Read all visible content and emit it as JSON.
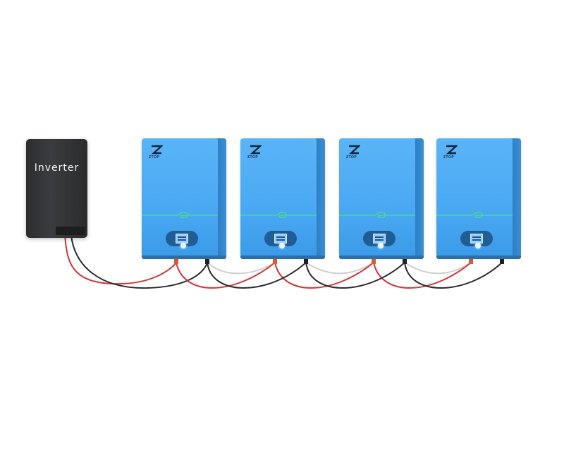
{
  "inverter": {
    "label": "Inverter"
  },
  "batteries": [
    {
      "brand": "ZTOP"
    },
    {
      "brand": "ZTOP"
    },
    {
      "brand": "ZTOP"
    },
    {
      "brand": "ZTOP"
    }
  ],
  "colors": {
    "battery_blue": "#4aa8f3",
    "inverter_black": "#2e2f31",
    "positive_cable": "#d6343a",
    "negative_cable": "#2b2b2b",
    "accent_line": "#4ee08a"
  }
}
